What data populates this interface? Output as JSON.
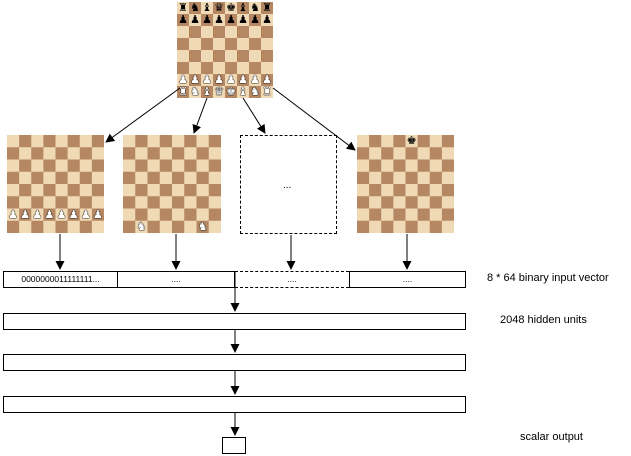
{
  "colors": {
    "light_square": "#f0d9b5",
    "dark_square": "#b58863",
    "line": "#000000"
  },
  "boards": {
    "top": {
      "pieces": [
        {
          "row": 0,
          "col": 0,
          "glyph": "♜",
          "color": "black"
        },
        {
          "row": 0,
          "col": 1,
          "glyph": "♞",
          "color": "black"
        },
        {
          "row": 0,
          "col": 2,
          "glyph": "♝",
          "color": "black"
        },
        {
          "row": 0,
          "col": 3,
          "glyph": "♛",
          "color": "black"
        },
        {
          "row": 0,
          "col": 4,
          "glyph": "♚",
          "color": "black"
        },
        {
          "row": 0,
          "col": 5,
          "glyph": "♝",
          "color": "black"
        },
        {
          "row": 0,
          "col": 6,
          "glyph": "♞",
          "color": "black"
        },
        {
          "row": 0,
          "col": 7,
          "glyph": "♜",
          "color": "black"
        },
        {
          "row": 1,
          "col": 0,
          "glyph": "♟",
          "color": "black"
        },
        {
          "row": 1,
          "col": 1,
          "glyph": "♟",
          "color": "black"
        },
        {
          "row": 1,
          "col": 2,
          "glyph": "♟",
          "color": "black"
        },
        {
          "row": 1,
          "col": 3,
          "glyph": "♟",
          "color": "black"
        },
        {
          "row": 1,
          "col": 4,
          "glyph": "♟",
          "color": "black"
        },
        {
          "row": 1,
          "col": 5,
          "glyph": "♟",
          "color": "black"
        },
        {
          "row": 1,
          "col": 6,
          "glyph": "♟",
          "color": "black"
        },
        {
          "row": 1,
          "col": 7,
          "glyph": "♟",
          "color": "black"
        },
        {
          "row": 6,
          "col": 0,
          "glyph": "♟",
          "color": "white"
        },
        {
          "row": 6,
          "col": 1,
          "glyph": "♟",
          "color": "white"
        },
        {
          "row": 6,
          "col": 2,
          "glyph": "♟",
          "color": "white"
        },
        {
          "row": 6,
          "col": 3,
          "glyph": "♟",
          "color": "white"
        },
        {
          "row": 6,
          "col": 4,
          "glyph": "♟",
          "color": "white"
        },
        {
          "row": 6,
          "col": 5,
          "glyph": "♟",
          "color": "white"
        },
        {
          "row": 6,
          "col": 6,
          "glyph": "♟",
          "color": "white"
        },
        {
          "row": 6,
          "col": 7,
          "glyph": "♟",
          "color": "white"
        },
        {
          "row": 7,
          "col": 0,
          "glyph": "♜",
          "color": "white"
        },
        {
          "row": 7,
          "col": 1,
          "glyph": "♞",
          "color": "white"
        },
        {
          "row": 7,
          "col": 2,
          "glyph": "♝",
          "color": "white"
        },
        {
          "row": 7,
          "col": 3,
          "glyph": "♛",
          "color": "white"
        },
        {
          "row": 7,
          "col": 4,
          "glyph": "♚",
          "color": "white"
        },
        {
          "row": 7,
          "col": 5,
          "glyph": "♝",
          "color": "white"
        },
        {
          "row": 7,
          "col": 6,
          "glyph": "♞",
          "color": "white"
        },
        {
          "row": 7,
          "col": 7,
          "glyph": "♜",
          "color": "white"
        }
      ]
    },
    "white_pawns": {
      "pieces": [
        {
          "row": 6,
          "col": 0,
          "glyph": "♟",
          "color": "white"
        },
        {
          "row": 6,
          "col": 1,
          "glyph": "♟",
          "color": "white"
        },
        {
          "row": 6,
          "col": 2,
          "glyph": "♟",
          "color": "white"
        },
        {
          "row": 6,
          "col": 3,
          "glyph": "♟",
          "color": "white"
        },
        {
          "row": 6,
          "col": 4,
          "glyph": "♟",
          "color": "white"
        },
        {
          "row": 6,
          "col": 5,
          "glyph": "♟",
          "color": "white"
        },
        {
          "row": 6,
          "col": 6,
          "glyph": "♟",
          "color": "white"
        },
        {
          "row": 6,
          "col": 7,
          "glyph": "♟",
          "color": "white"
        }
      ]
    },
    "white_knights": {
      "pieces": [
        {
          "row": 7,
          "col": 1,
          "glyph": "♞",
          "color": "white"
        },
        {
          "row": 7,
          "col": 6,
          "glyph": "♞",
          "color": "white"
        }
      ]
    },
    "black_king": {
      "pieces": [
        {
          "row": 0,
          "col": 4,
          "glyph": "♚",
          "color": "black"
        }
      ]
    }
  },
  "placeholder_board": {
    "text": "..."
  },
  "input_vector": {
    "segments": [
      "0000000011111111...",
      "....",
      "....",
      "...."
    ],
    "label": "8 * 64 binary input vector"
  },
  "hidden": {
    "label": "2048 hidden units"
  },
  "output": {
    "label": "scalar output"
  }
}
